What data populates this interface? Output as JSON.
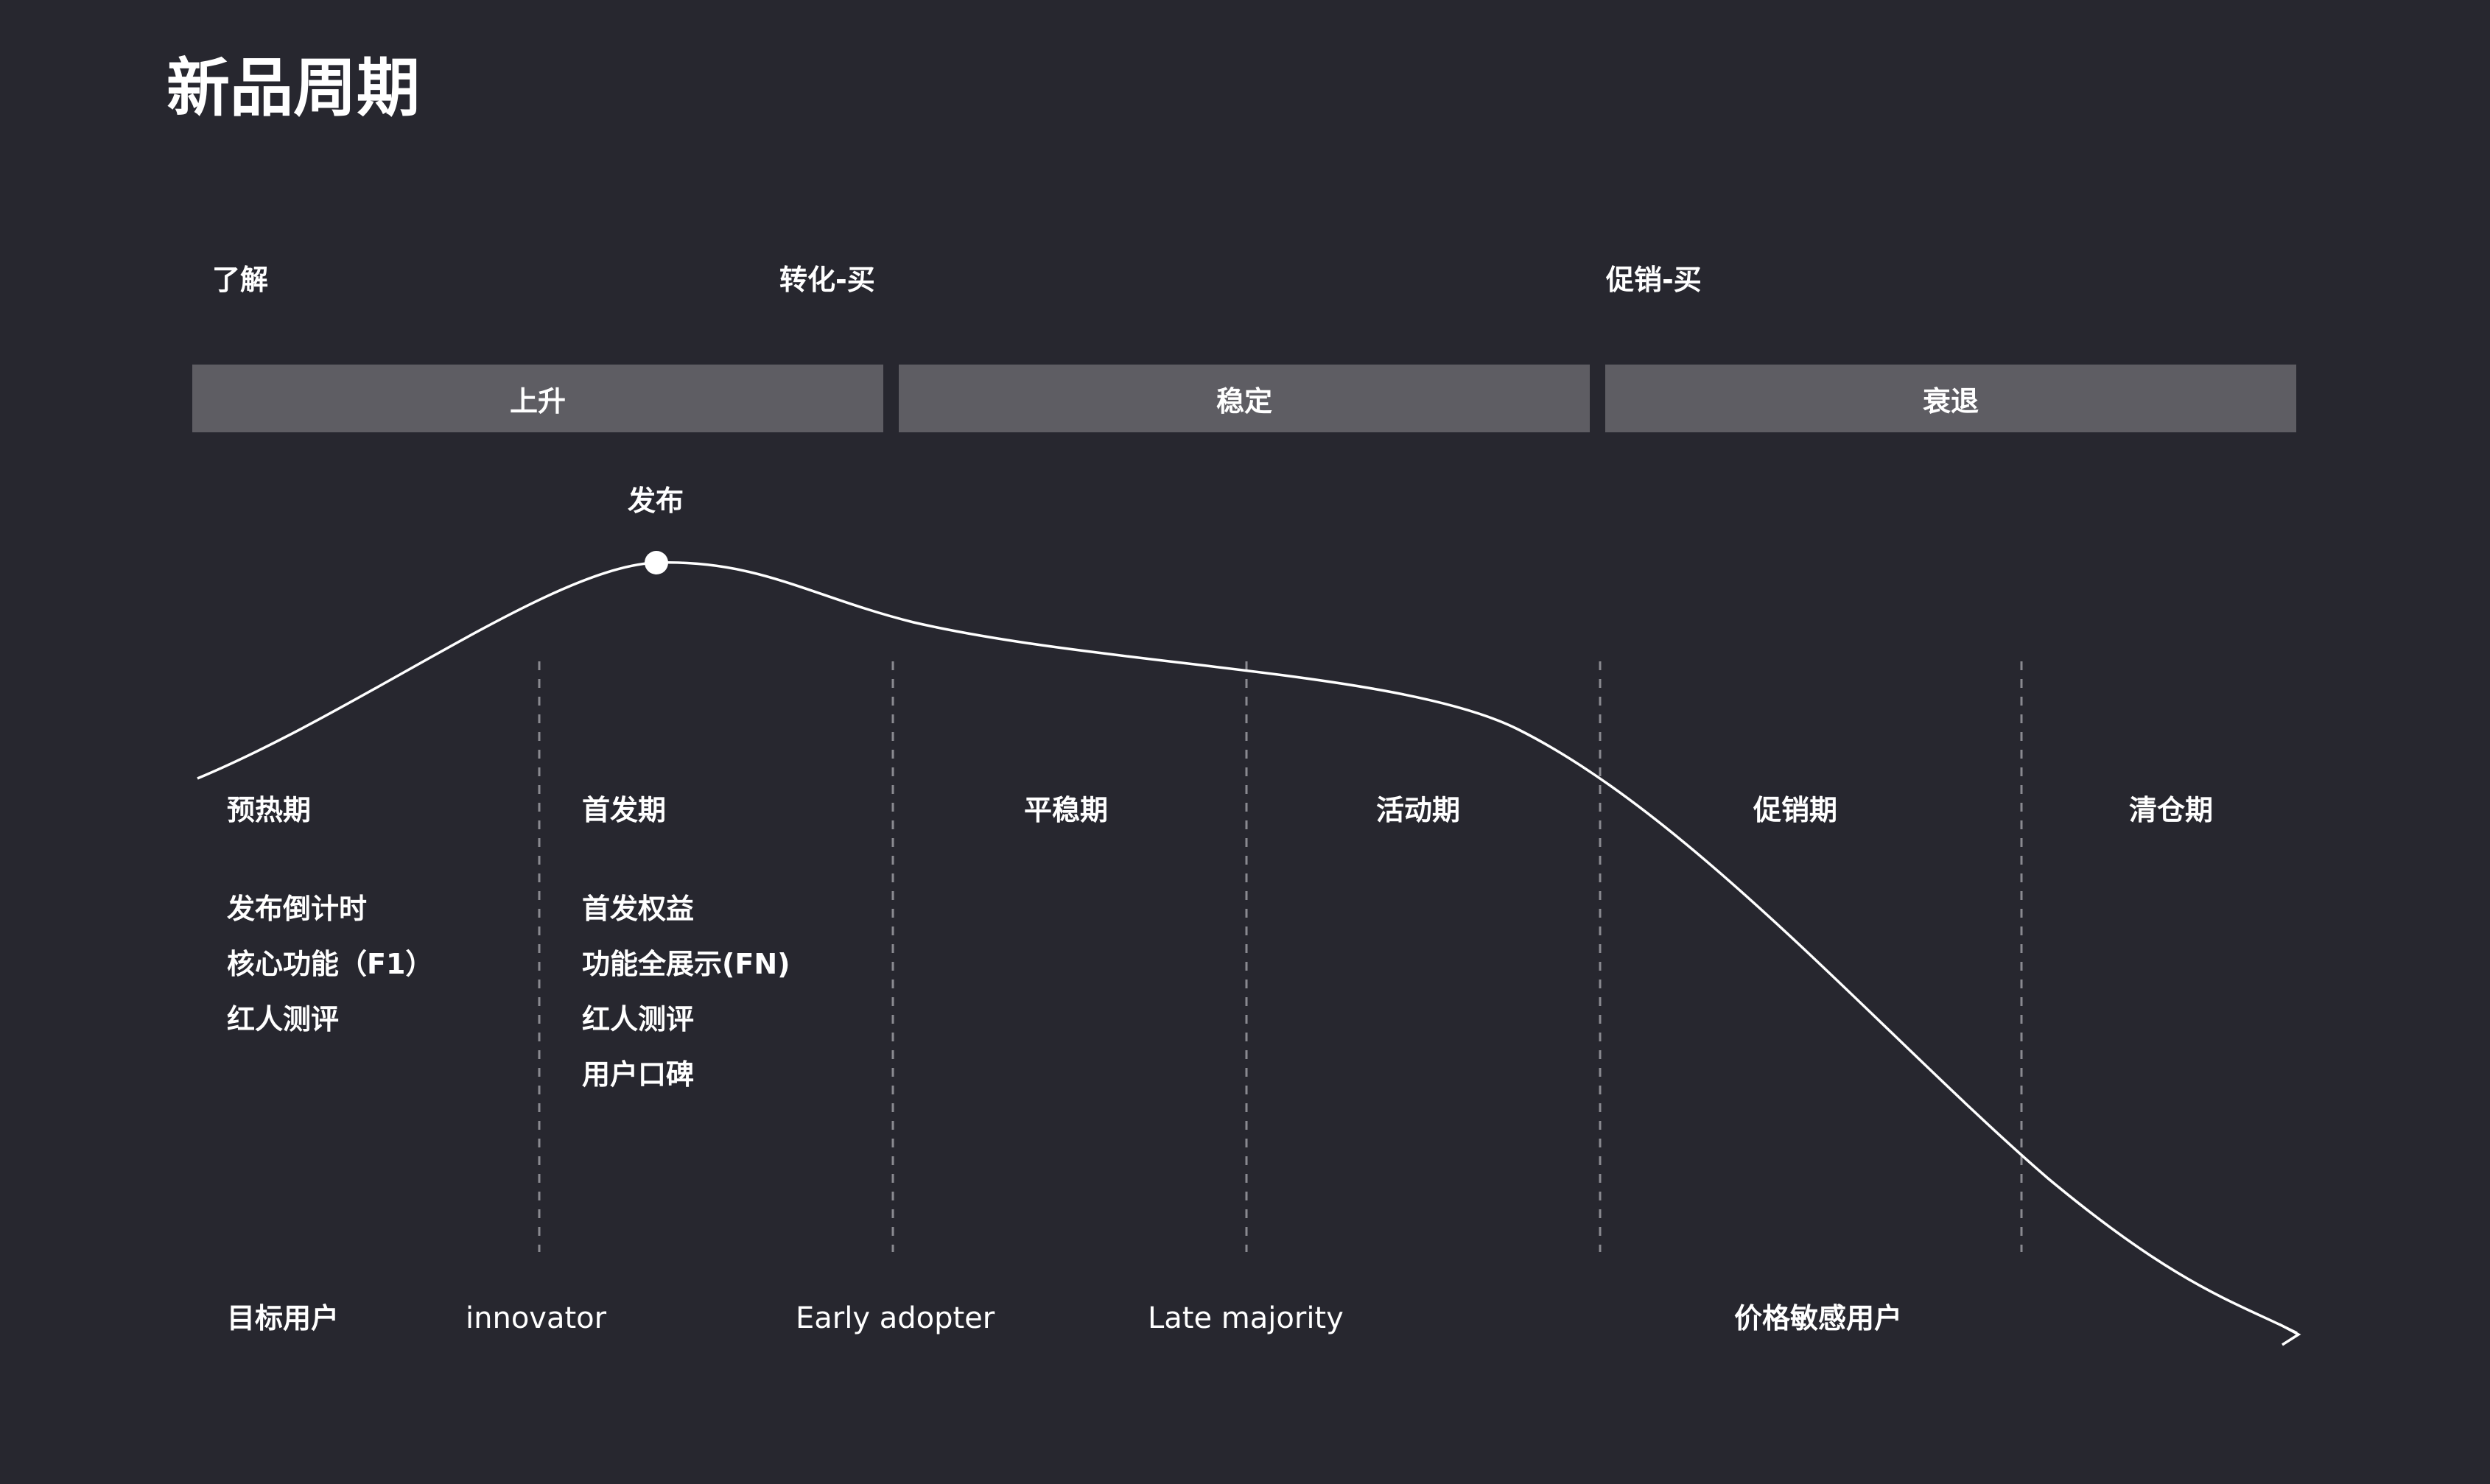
{
  "title": "新品周期",
  "stages": [
    "了解",
    "转化-买",
    "促销-买"
  ],
  "phases": [
    "上升",
    "稳定",
    "衰退"
  ],
  "launch_label": "发布",
  "periods": [
    "预热期",
    "首发期",
    "平稳期",
    "活动期",
    "促销期",
    "清仓期"
  ],
  "features": {
    "warmup": [
      "发布倒计时",
      "核心功能（F1）",
      "红人测评"
    ],
    "launch": [
      "首发权益",
      "功能全展示(FN)",
      "红人测评",
      "用户口碑"
    ]
  },
  "users": {
    "label": "目标用户",
    "innovator": "innovator",
    "early_adopter": "Early adopter",
    "late_majority": "Late majority",
    "price_sensitive": "价格敏感用户"
  },
  "colors": {
    "background": "#27272f",
    "bar": "#5e5d63",
    "text": "#ffffff",
    "divider": "#8a8a90"
  }
}
